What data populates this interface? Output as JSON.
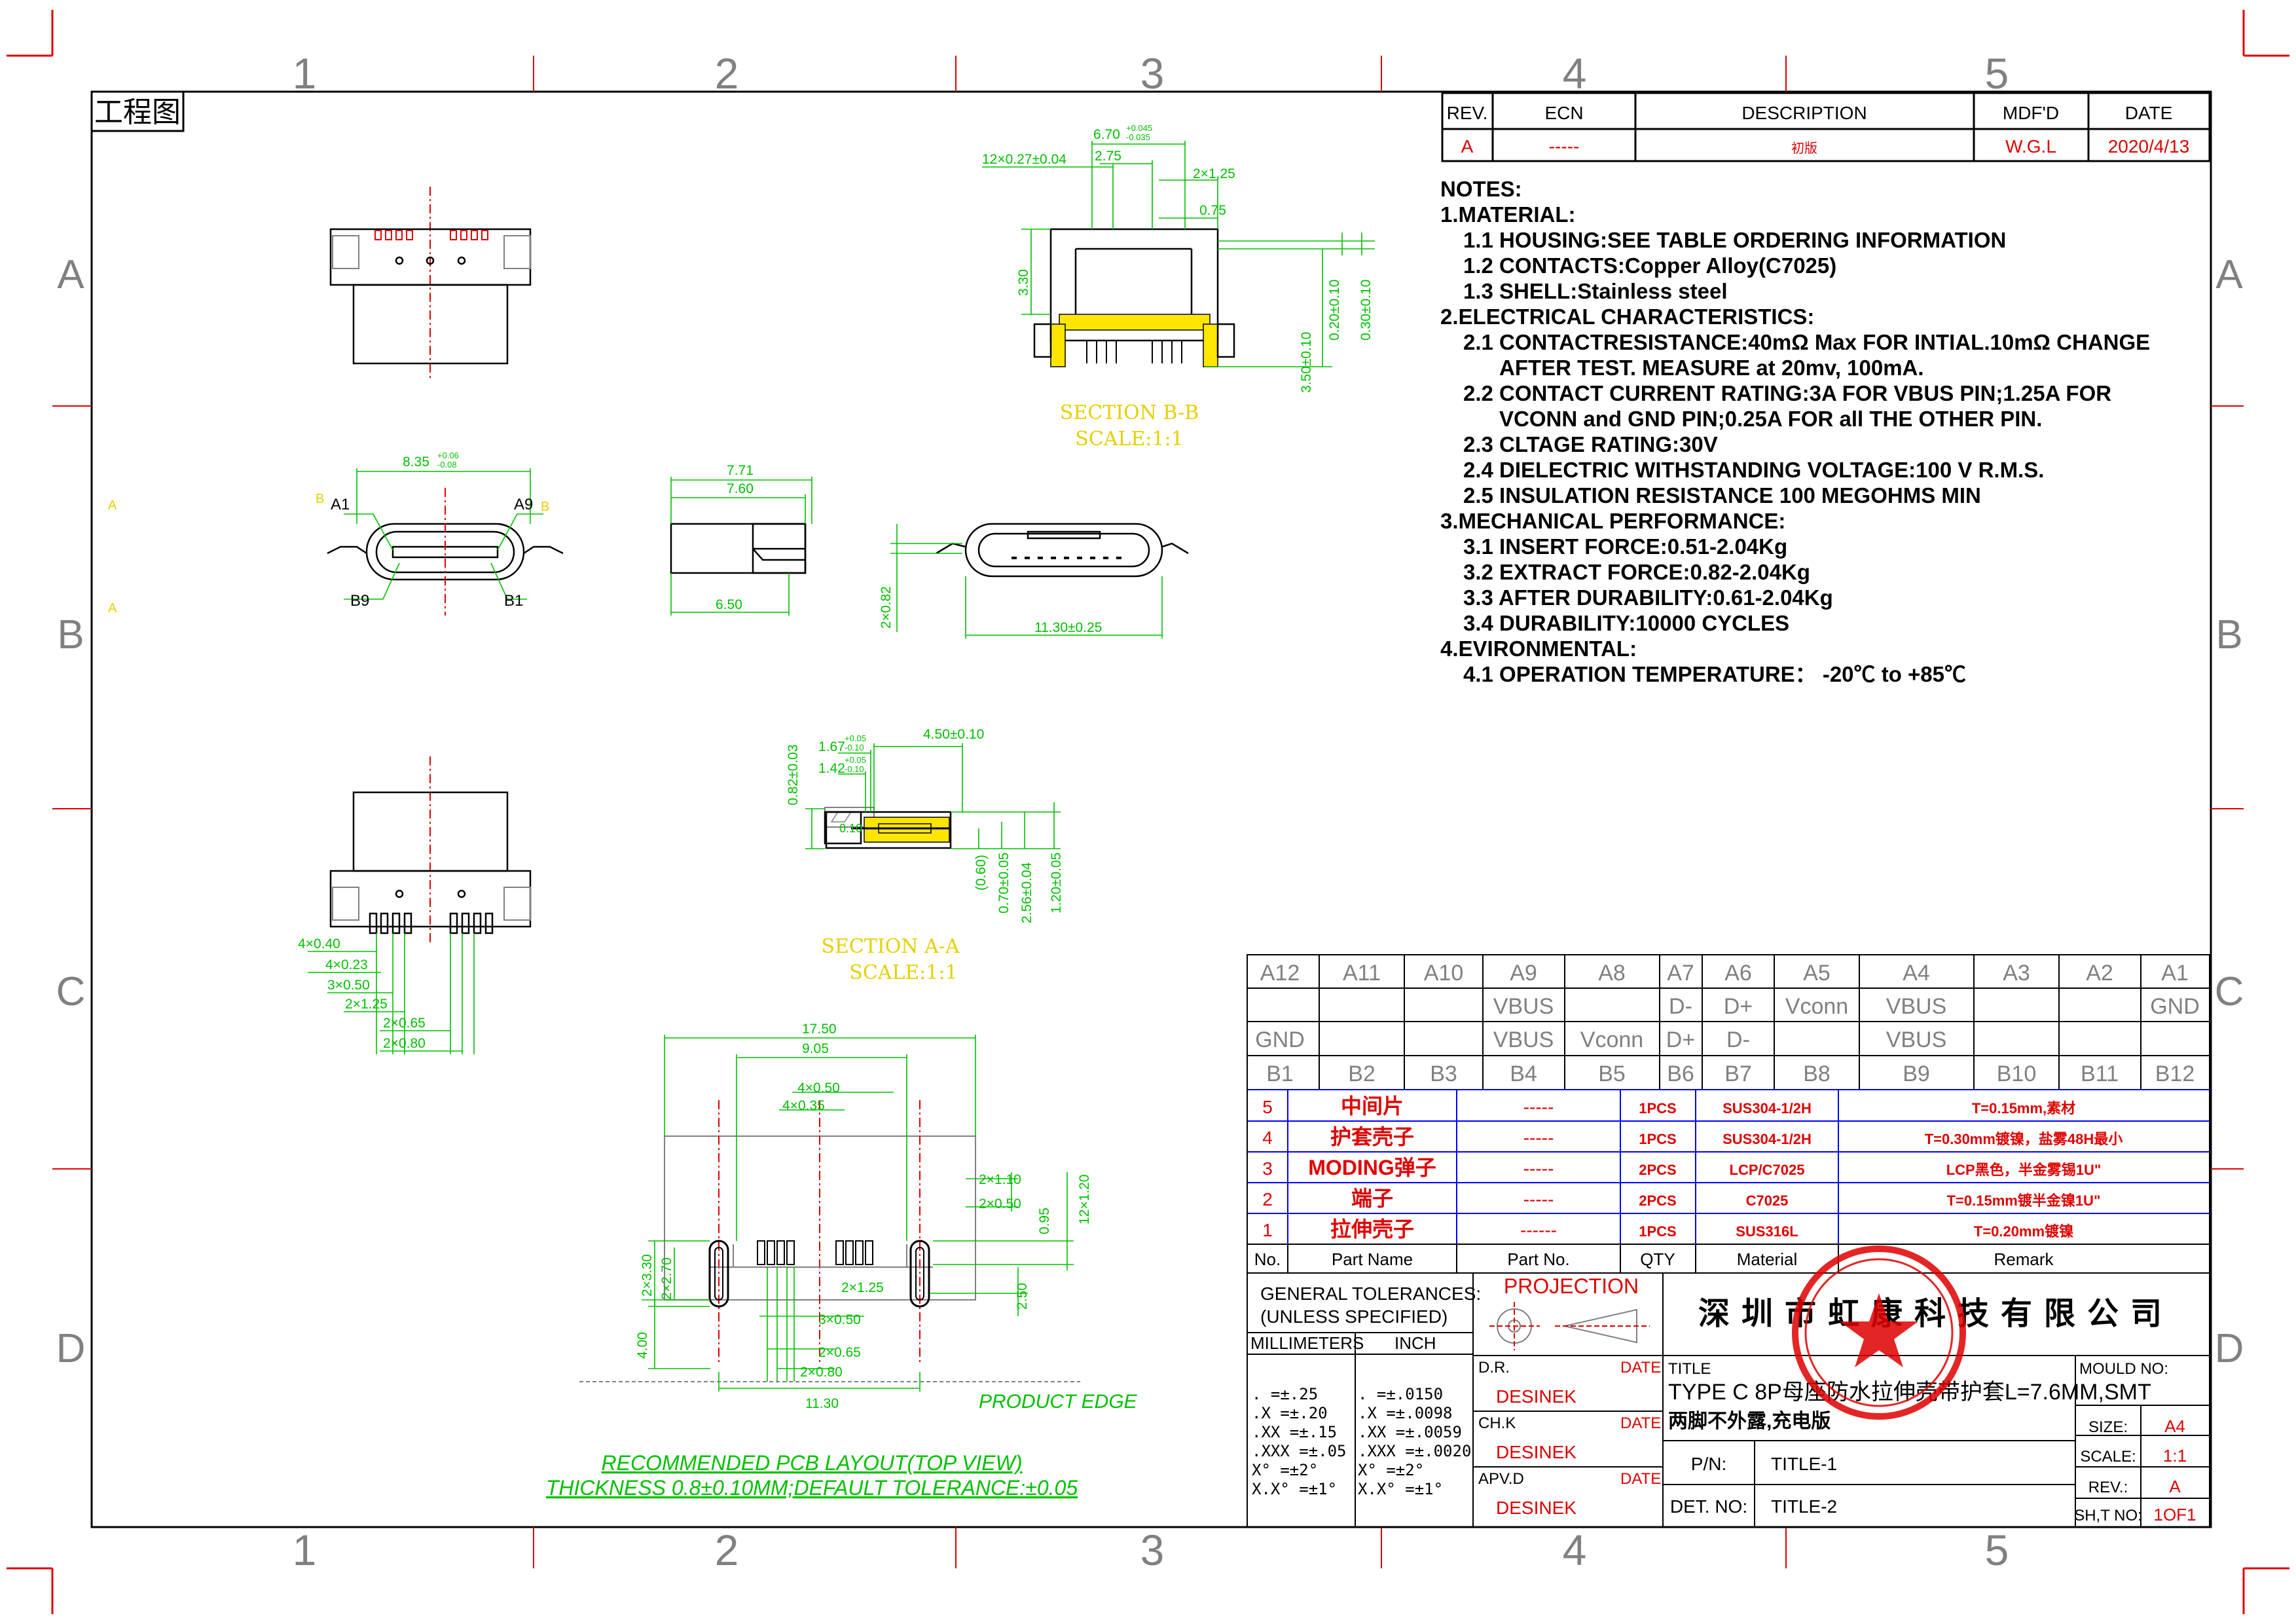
{
  "sheet": {
    "title_tag": "工程图",
    "col_labels": [
      "1",
      "2",
      "3",
      "4",
      "5"
    ],
    "row_labels": [
      "A",
      "B",
      "C",
      "D"
    ]
  },
  "revision": {
    "headers": [
      "REV.",
      "ECN",
      "DESCRIPTION",
      "MDF'D",
      "DATE"
    ],
    "row": [
      "A",
      "-----",
      "初版",
      "W.G.L",
      "2020/4/13"
    ]
  },
  "notes": [
    "NOTES:",
    "1.MATERIAL:",
    "1.1 HOUSING:SEE TABLE ORDERING INFORMATION",
    "1.2 CONTACTS:Copper Alloy(C7025)",
    "1.3 SHELL:Stainless steel",
    "2.ELECTRICAL CHARACTERISTICS:",
    "2.1 CONTACTRESISTANCE:40mΩ Max FOR INTIAL.10mΩ CHANGE",
    "AFTER TEST. MEASURE at 20mv, 100mA.",
    "2.2 CONTACT CURRENT RATING:3A FOR VBUS PIN;1.25A FOR",
    "VCONN and GND PIN;0.25A FOR all THE OTHER PIN.",
    "2.3 CLTAGE RATING:30V",
    "2.4 DIELECTRIC WITHSTANDING VOLTAGE:100 V R.M.S.",
    "2.5 INSULATION RESISTANCE 100 MEGOHMS MIN",
    "3.MECHANICAL PERFORMANCE:",
    "3.1 INSERT FORCE:0.51-2.04Kg",
    "3.2 EXTRACT FORCE:0.82-2.04Kg",
    "3.3 AFTER DURABILITY:0.61-2.04Kg",
    "3.4 DURABILITY:10000 CYCLES",
    "4.EVIRONMENTAL:",
    "4.1 OPERATION TEMPERATURE： -20℃ to +85℃"
  ],
  "pinout": {
    "a_row": [
      "A12",
      "A11",
      "A10",
      "A9",
      "A8",
      "A7",
      "A6",
      "A5",
      "A4",
      "A3",
      "A2",
      "A1"
    ],
    "a_func": [
      "",
      "",
      "",
      "VBUS",
      "",
      "D-",
      "D+",
      "Vconn",
      "VBUS",
      "",
      "",
      "GND"
    ],
    "b_func": [
      "GND",
      "",
      "",
      "VBUS",
      "Vconn",
      "D+",
      "D-",
      "",
      "VBUS",
      "",
      "",
      ""
    ],
    "b_row": [
      "B1",
      "B2",
      "B3",
      "B4",
      "B5",
      "B6",
      "B7",
      "B8",
      "B9",
      "B10",
      "B11",
      "B12"
    ]
  },
  "bom": {
    "rows": [
      {
        "no": "5",
        "name": "中间片",
        "part": "-----",
        "qty": "1PCS",
        "mat": "SUS304-1/2H",
        "remark": "T=0.15mm,素材"
      },
      {
        "no": "4",
        "name": "护套壳子",
        "part": "-----",
        "qty": "1PCS",
        "mat": "SUS304-1/2H",
        "remark": "T=0.30mm镀镍，盐雾48H最小"
      },
      {
        "no": "3",
        "name": "MODING弹子",
        "part": "-----",
        "qty": "2PCS",
        "mat": "LCP/C7025",
        "remark": "LCP黑色，半金雾锡1U\""
      },
      {
        "no": "2",
        "name": "端子",
        "part": "-----",
        "qty": "2PCS",
        "mat": "C7025",
        "remark": "T=0.15mm镀半金镍1U\""
      },
      {
        "no": "1",
        "name": "拉伸壳子",
        "part": "------",
        "qty": "1PCS",
        "mat": "SUS316L",
        "remark": "T=0.20mm镀镍"
      }
    ],
    "headers": [
      "No.",
      "Part Name",
      "Part No.",
      "QTY",
      "Material",
      "Remark"
    ]
  },
  "title_block": {
    "general_tol": "GENERAL TOLERANCES:",
    "unless": "(UNLESS SPECIFIED)",
    "projection": "PROJECTION",
    "millimeters": "MILLIMETERS",
    "inch": "INCH",
    "mm_tol": [
      ".   =±.25",
      ".X  =±.20",
      ".XX  =±.15",
      ".XXX =±.05",
      "X°  =±2°",
      "X.X° =±1°"
    ],
    "in_tol": [
      ".   =±.0150",
      ".X  =±.0098",
      ".XX  =±.0059",
      ".XXX =±.0020",
      "X°  =±2°",
      "X.X° =±1°"
    ],
    "company": "深圳市虹康科技有限公司",
    "dr_label": "D.R.",
    "date_label": "DATE",
    "dr_name": "DESINEK",
    "ch_label": "CH.K",
    "ch_name": "DESINEK",
    "apv_label": "APV.D",
    "apv_name": "DESINEK",
    "title_label": "TITLE",
    "title_line1": "TYPE C 8P母座防水拉伸壳带护套L=7.6MM,SMT",
    "title_line2": "两脚不外露,充电版",
    "pn_label": "P/N:",
    "pn_value": "TITLE-1",
    "det_label": "DET. NO:",
    "det_value": "TITLE-2",
    "mould_label": "MOULD NO:",
    "size_label": "SIZE:",
    "size_value": "A4",
    "scale_label": "SCALE:",
    "scale_value": "1:1",
    "rev_label": "REV.:",
    "rev_value": "A",
    "sht_label": "SH,T NO:",
    "sht_value": "1OF1"
  },
  "drawing": {
    "section_bb": "SECTION B-B",
    "section_aa": "SECTION A-A",
    "scale": "SCALE:1:1",
    "product_edge": "PRODUCT EDGE",
    "pcb_title": "RECOMMENDED PCB LAYOUT(TOP VIEW)",
    "pcb_thickness": "THICKNESS 0.8±0.10MM;DEFAULT TOLERANCE:±0.05",
    "view_marker": "A",
    "view_marker_b": "B",
    "pin_a1": "A1",
    "pin_a9": "A9",
    "pin_b9": "B9",
    "pin_b1": "B1",
    "dims": {
      "d_670": "6.70",
      "d_670_tol_up": "+0.045",
      "d_670_tol_dn": "-0.035",
      "d_12x027": "12×0.27±0.04",
      "d_275": "2.75",
      "d_2x125": "2×1.25",
      "d_075": "0.75",
      "d_330": "3.30",
      "d_020": "0.20±0.10",
      "d_030": "0.30±0.10",
      "d_350": "3.50±0.10",
      "d_835": "8.35",
      "d_835_up": "+0.06",
      "d_835_dn": "-0.08",
      "d_771": "7.71",
      "d_760": "7.60",
      "d_650": "6.50",
      "d_2x082": "2×0.82",
      "d_1130": "11.30±0.25",
      "d_167": "1.67",
      "d_167_up": "+0.05",
      "d_167_dn": "-0.10",
      "d_450": "4.50±0.10",
      "d_142": "1.42",
      "d_142_up": "+0.05",
      "d_142_dn": "-0.10",
      "d_082": "0.82±0.03",
      "d_flat": "0.10",
      "d_060": "(0.60)",
      "d_070": "0.70±0.05",
      "d_256": "2.56±0.04",
      "d_120": "1.20±0.05",
      "d_4x040": "4×0.40",
      "d_4x023": "4×0.23",
      "d_3x050": "3×0.50",
      "d_2x125b": "2×1.25",
      "d_2x065": "2×0.65",
      "d_2x080": "2×0.80",
      "d_1750": "17.50",
      "d_905": "9.05",
      "d_4x050": "4×0.50",
      "d_4x035": "4×0.35",
      "d_2x110": "2×1.10",
      "d_2x050": "2×0.50",
      "d_12x120": "12×1.20",
      "d_095": "0.95",
      "d_2x330": "2×3.30",
      "d_2x270": "2×2.70",
      "d_2x125c": "2×1.25",
      "d_3x050b": "3×0.50",
      "d_2x065b": "2×0.65",
      "d_2x080b": "2×0.80",
      "d_250": "2.50",
      "d_400": "4.00",
      "d_1130b": "11.30"
    }
  },
  "colors": {
    "dim": "#00c000",
    "red": "#e00000",
    "yellow": "#ffe600",
    "grey": "#808080",
    "marker": "#e6d000"
  }
}
